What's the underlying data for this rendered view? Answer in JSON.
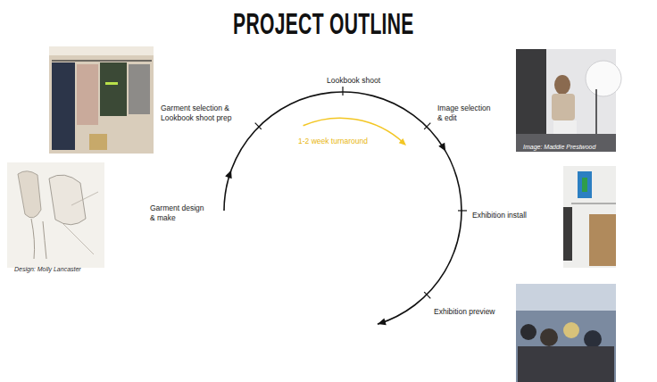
{
  "diagram": {
    "title": "PROJECT OUTLINE",
    "labels": [
      "Lookbook shoot",
      "Garment selection & Lookbook shoot prep",
      "1-2 week turnaround",
      "Image selection & edit",
      "Garment design & make",
      "Exhibition install",
      "Exhibition preview",
      "Design: Molly Lancaster",
      "Image: Maddie Prestwood"
    ]
  }
}
